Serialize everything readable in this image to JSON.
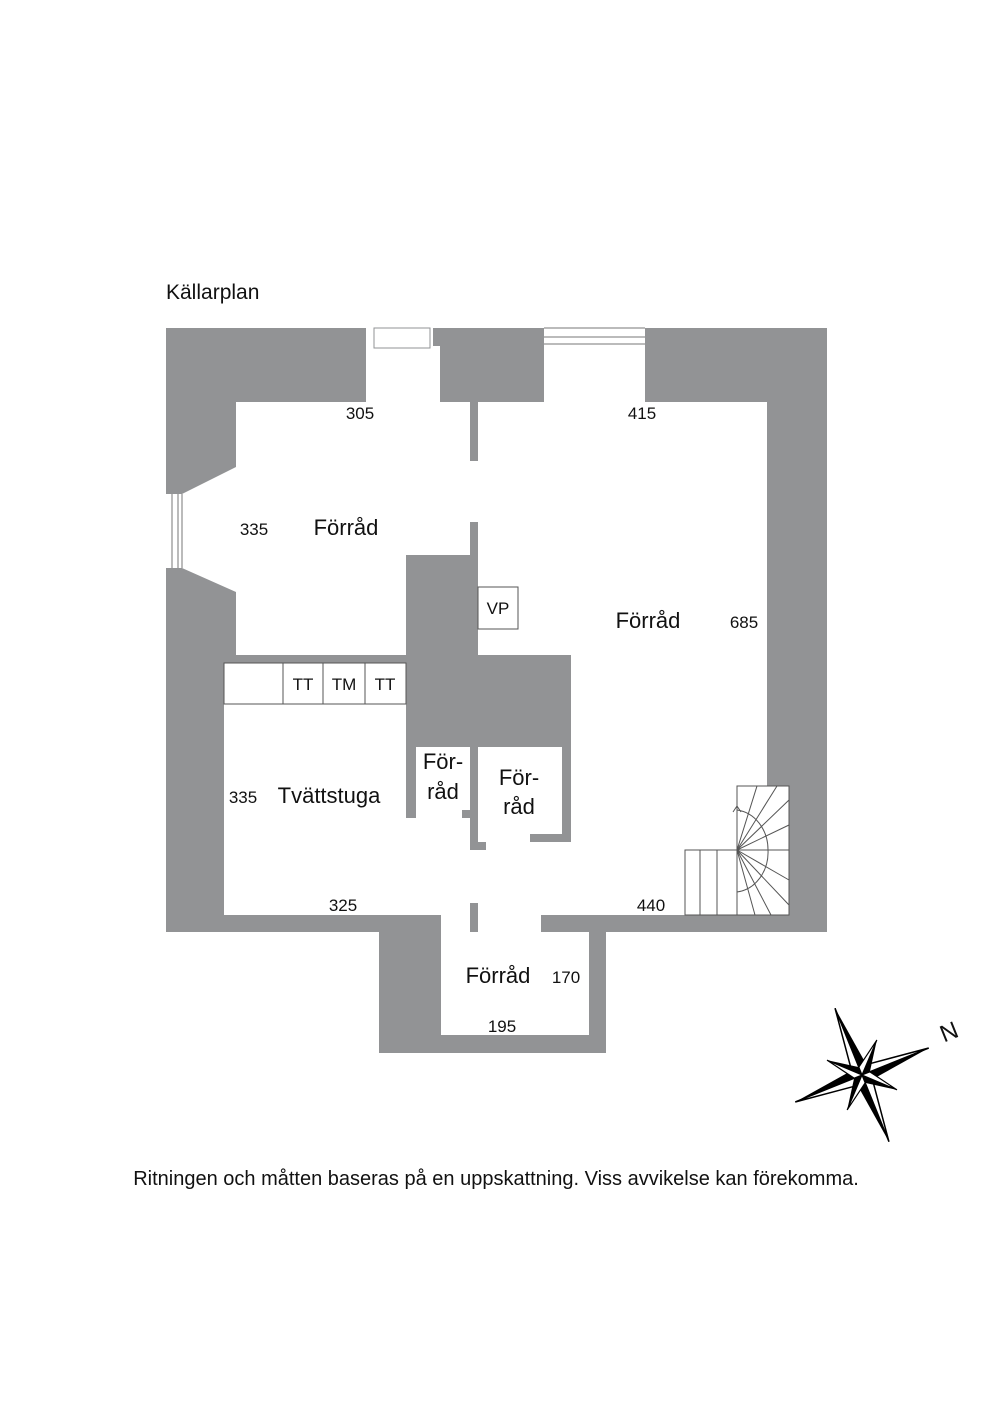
{
  "plan_title": "Källarplan",
  "disclaimer": "Ritningen och måtten baseras på en uppskattning. Viss avvikelse kan förekomma.",
  "rooms": {
    "storage_nw": "Förråd",
    "storage_east": "Förråd",
    "laundry": "Tvättstuga",
    "storage_small_1": [
      "För-",
      "råd"
    ],
    "storage_small_2": [
      "För-",
      "råd"
    ],
    "storage_south": "Förråd"
  },
  "fixtures": {
    "vp": "VP",
    "tt1": "TT",
    "tm": "TM",
    "tt2": "TT"
  },
  "dimensions": {
    "nw_width": "305",
    "ne_width": "415",
    "nw_height": "335",
    "east_height": "685",
    "laundry_height": "335",
    "laundry_width": "325",
    "se_width": "440",
    "south_height": "170",
    "south_width": "195"
  },
  "compass": {
    "north_label": "N"
  },
  "colors": {
    "wall": "#929395",
    "line": "#555555"
  }
}
